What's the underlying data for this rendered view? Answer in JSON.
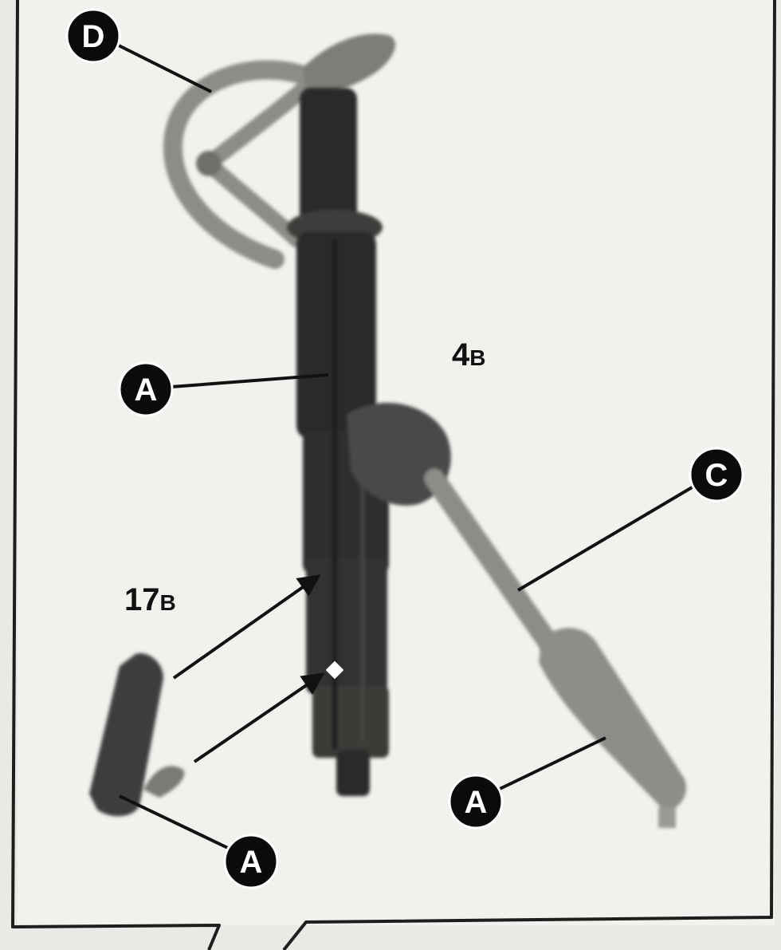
{
  "callouts": {
    "d": "D",
    "a_top": "A",
    "c": "C",
    "a_right": "A",
    "a_bottom": "A"
  },
  "part_numbers": {
    "p4": "4",
    "p4_sub": "B",
    "p17": "17",
    "p17_sub": "B"
  },
  "colors": {
    "background": "#e9e9e6",
    "frame": "#1e1e1e",
    "dark_part": "#2b2b2b",
    "mid_part": "#4a4a48",
    "light_part": "#8c8c88",
    "callout_fill": "#0b0b0b",
    "callout_text": "#ffffff"
  }
}
